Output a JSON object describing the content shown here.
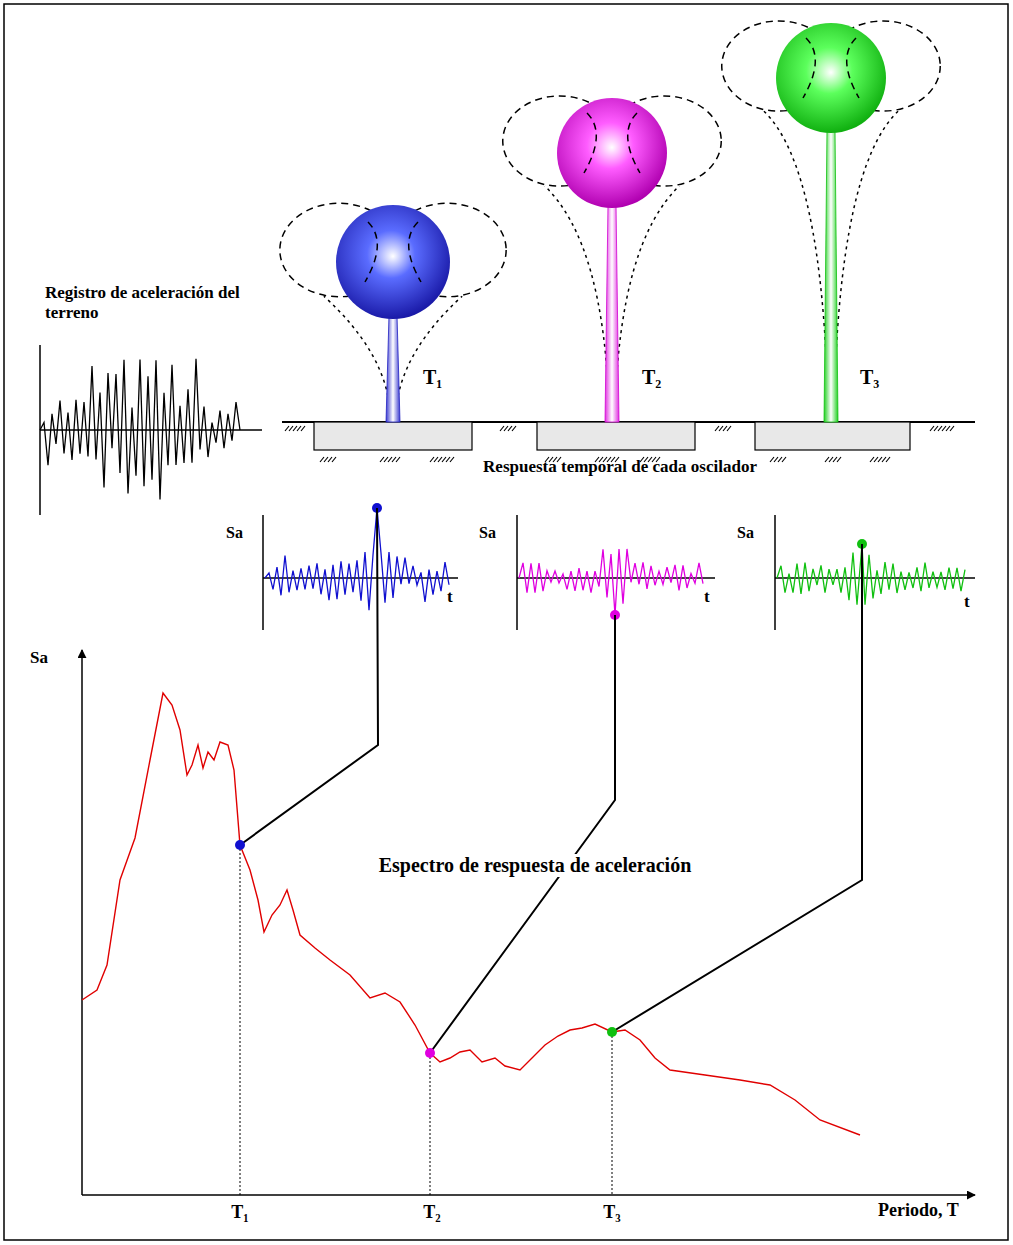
{
  "diagram": {
    "labels": [
      "Registro de aceleración del terreno",
      "T₁",
      "T₂",
      "T₃",
      "Respuesta temporal de cada oscilador",
      "Sa",
      "t",
      "Sa",
      "t",
      "Sa",
      "t",
      "Sa",
      "Espectro de respuesta de aceleración",
      "T₁",
      "T₂",
      "T₃",
      "Periodo, T"
    ]
  }
}
